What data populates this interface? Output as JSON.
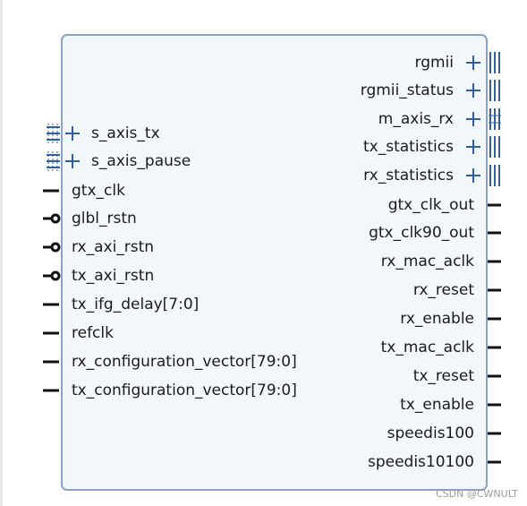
{
  "block": {
    "left_buses": [
      {
        "name": "s_axis_tx",
        "icon": "plus-icon"
      },
      {
        "name": "s_axis_pause",
        "icon": "plus-icon"
      }
    ],
    "left_ports": [
      {
        "name": "gtx_clk",
        "style": "line"
      },
      {
        "name": "glbl_rstn",
        "style": "inverted"
      },
      {
        "name": "rx_axi_rstn",
        "style": "inverted"
      },
      {
        "name": "tx_axi_rstn",
        "style": "inverted"
      },
      {
        "name": "tx_ifg_delay[7:0]",
        "style": "bus"
      },
      {
        "name": "refclk",
        "style": "line"
      },
      {
        "name": "rx_configuration_vector[79:0]",
        "style": "bus"
      },
      {
        "name": "tx_configuration_vector[79:0]",
        "style": "bus"
      }
    ],
    "right_buses": [
      {
        "name": "rgmii",
        "icon": "plus-icon"
      },
      {
        "name": "rgmii_status",
        "icon": "plus-icon"
      },
      {
        "name": "m_axis_rx",
        "icon": "plus-icon"
      },
      {
        "name": "tx_statistics",
        "icon": "plus-icon"
      },
      {
        "name": "rx_statistics",
        "icon": "plus-icon"
      }
    ],
    "right_ports": [
      {
        "name": "gtx_clk_out",
        "style": "line"
      },
      {
        "name": "gtx_clk90_out",
        "style": "line"
      },
      {
        "name": "rx_mac_aclk",
        "style": "line"
      },
      {
        "name": "rx_reset",
        "style": "line"
      },
      {
        "name": "rx_enable",
        "style": "line"
      },
      {
        "name": "tx_mac_aclk",
        "style": "line"
      },
      {
        "name": "tx_reset",
        "style": "line"
      },
      {
        "name": "tx_enable",
        "style": "line"
      },
      {
        "name": "speedis100",
        "style": "line"
      },
      {
        "name": "speedis10100",
        "style": "line"
      }
    ]
  },
  "watermark": "CSDN @CWNULT",
  "colors": {
    "block_fill": "#f2f7fc",
    "block_border": "#8aa2c4",
    "bus_blue": "#2f5f9f",
    "port_black": "#111111"
  }
}
